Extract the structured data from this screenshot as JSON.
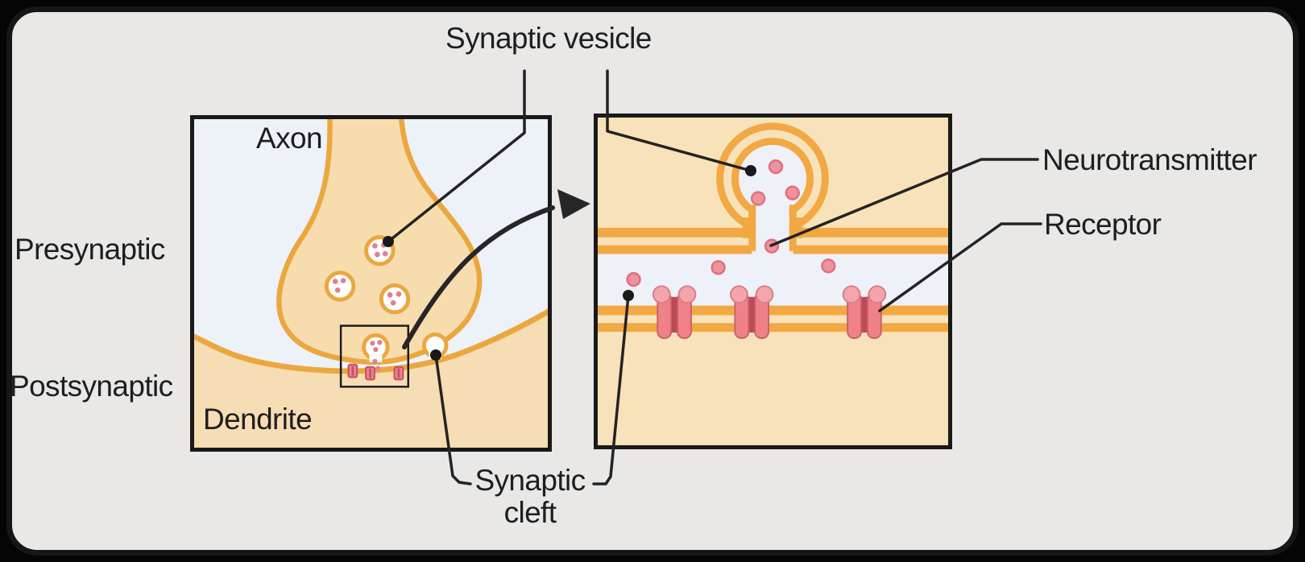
{
  "callouts": {
    "synaptic_vesicle": "Synaptic vesicle",
    "neurotransmitter": "Neurotransmitter",
    "receptor": "Receptor",
    "synaptic_cleft_line1": "Synaptic",
    "synaptic_cleft_line2": "cleft"
  },
  "side_labels": {
    "presynaptic": "Presynaptic",
    "postsynaptic": "Postsynaptic"
  },
  "left_panel": {
    "region_labels": {
      "axon": "Axon",
      "dendrite": "Dendrite"
    },
    "vesicle_count": 4,
    "receptor_count": 3
  },
  "right_panel": {
    "neurotransmitter_dot_count": 7,
    "receptor_count": 3
  },
  "icons": {
    "zoom_arrow": "curved-arrow-right",
    "leader_dot": "filled-circle"
  },
  "colors": {
    "card_background": "#e9e8e6",
    "page_background": "#050505",
    "panel_border": "#191919",
    "extracellular_blue": "#edf1f8",
    "cytoplasm_tan": "#f7dcae",
    "membrane_orange": "#eba73f",
    "neurotransmitter_pink": "#ee939b",
    "receptor_salmon": "#ef8289",
    "receptor_dark": "#bb4b57",
    "receptor_lobe_pink": "#f4a5aa",
    "label_text": "#1e1e1e",
    "leader_line": "#232323"
  }
}
